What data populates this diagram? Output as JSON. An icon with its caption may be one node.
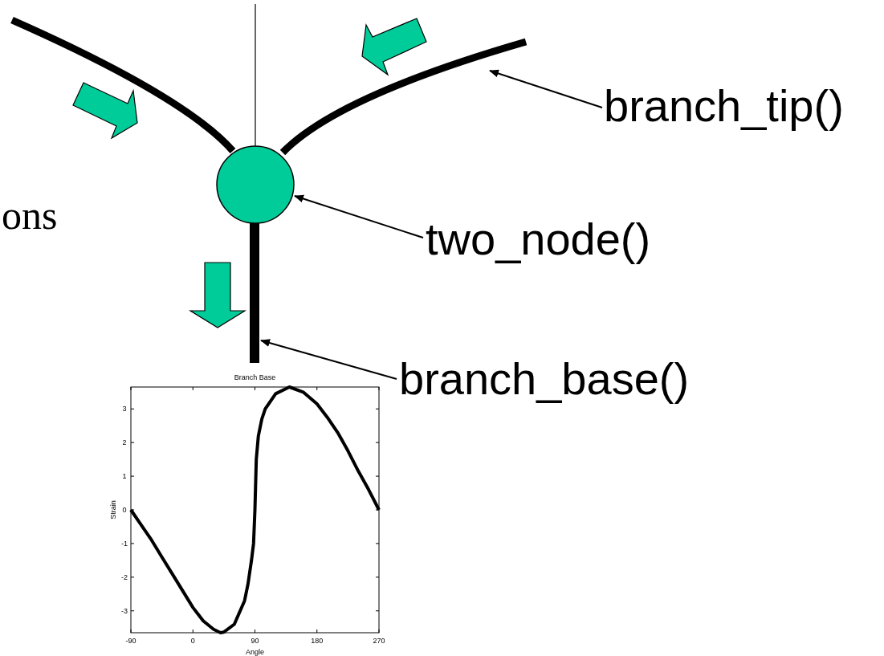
{
  "diagram": {
    "nodes": [
      {
        "text": [
          "branch_tip()"
        ]
      },
      {
        "text": [],
        "shape": "line"
      },
      {
        "text": [
          "two_node()"
        ]
      },
      {
        "text": [],
        "shape": "circle"
      },
      {
        "text": [
          "branch_base()"
        ]
      },
      {
        "text": [],
        "shape": "line"
      }
    ],
    "edges": [
      {
        "from": 0,
        "to": 1,
        "arrow": "to"
      },
      {
        "from": 2,
        "to": 3,
        "arrow": "to"
      },
      {
        "from": 4,
        "to": 5,
        "arrow": "to"
      }
    ],
    "labels": [
      "ons"
    ],
    "chart_data": {
      "type": "line",
      "title": "Branch Base",
      "xlabel": "Angle",
      "ylabel": "Strain",
      "x": [
        -90,
        -75,
        -60,
        -45,
        -30,
        -15,
        0,
        15,
        30,
        40,
        45,
        60,
        75,
        80,
        85,
        88,
        90,
        92,
        95,
        100,
        105,
        120,
        140,
        160,
        180,
        195,
        210,
        225,
        240,
        255,
        270
      ],
      "series": [
        {
          "color": "#000000",
          "values": [
            0,
            -0.45,
            -0.9,
            -1.4,
            -1.9,
            -2.4,
            -2.9,
            -3.3,
            -3.55,
            -3.65,
            -3.63,
            -3.4,
            -2.7,
            -2.2,
            -1.5,
            -1.0,
            0,
            1.5,
            2.2,
            2.7,
            3.0,
            3.45,
            3.65,
            3.5,
            3.15,
            2.75,
            2.3,
            1.75,
            1.15,
            0.6,
            0
          ]
        }
      ],
      "xlim": [
        -90,
        270
      ],
      "ylim": [
        -3.65,
        3.65
      ],
      "xticks": [
        -90,
        0,
        90,
        180,
        270
      ],
      "yticks": [
        -3,
        -2,
        -1,
        0,
        1,
        2,
        3
      ]
    }
  }
}
